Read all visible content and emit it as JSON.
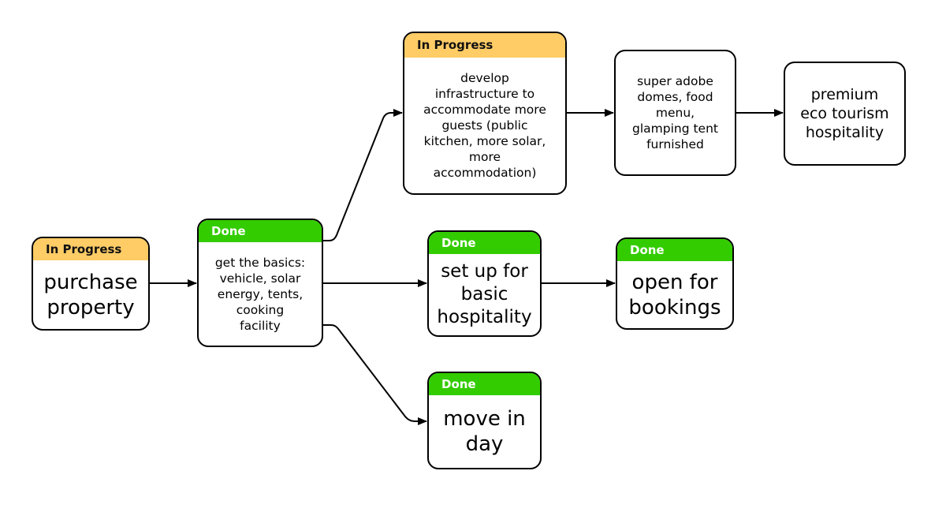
{
  "diagram": {
    "type": "flowchart",
    "status_colors": {
      "Done": "#33CC00",
      "In Progress": "#FFCC66"
    },
    "nodes": [
      {
        "id": "purchase",
        "status": "In Progress",
        "text": "purchase\nproperty"
      },
      {
        "id": "basics",
        "status": "Done",
        "text": "get the basics:\nvehicle, solar\nenergy, tents,\ncooking\nfacility"
      },
      {
        "id": "develop",
        "status": "In Progress",
        "text": "develop\ninfrastructure to\naccommodate more\nguests (public\nkitchen, more solar,\nmore\naccommodation)"
      },
      {
        "id": "domes",
        "status": "",
        "text": "super adobe\ndomes, food\nmenu,\nglamping tent\nfurnished"
      },
      {
        "id": "premium",
        "status": "",
        "text": "premium\neco tourism\nhospitality"
      },
      {
        "id": "setup",
        "status": "Done",
        "text": "set up for\nbasic\nhospitality"
      },
      {
        "id": "open",
        "status": "Done",
        "text": "open for\nbookings"
      },
      {
        "id": "movein",
        "status": "Done",
        "text": "move in\nday"
      }
    ],
    "edges": [
      {
        "from": "purchase",
        "to": "basics"
      },
      {
        "from": "basics",
        "to": "develop"
      },
      {
        "from": "basics",
        "to": "setup"
      },
      {
        "from": "basics",
        "to": "movein"
      },
      {
        "from": "develop",
        "to": "domes"
      },
      {
        "from": "domes",
        "to": "premium"
      },
      {
        "from": "setup",
        "to": "open"
      }
    ]
  }
}
